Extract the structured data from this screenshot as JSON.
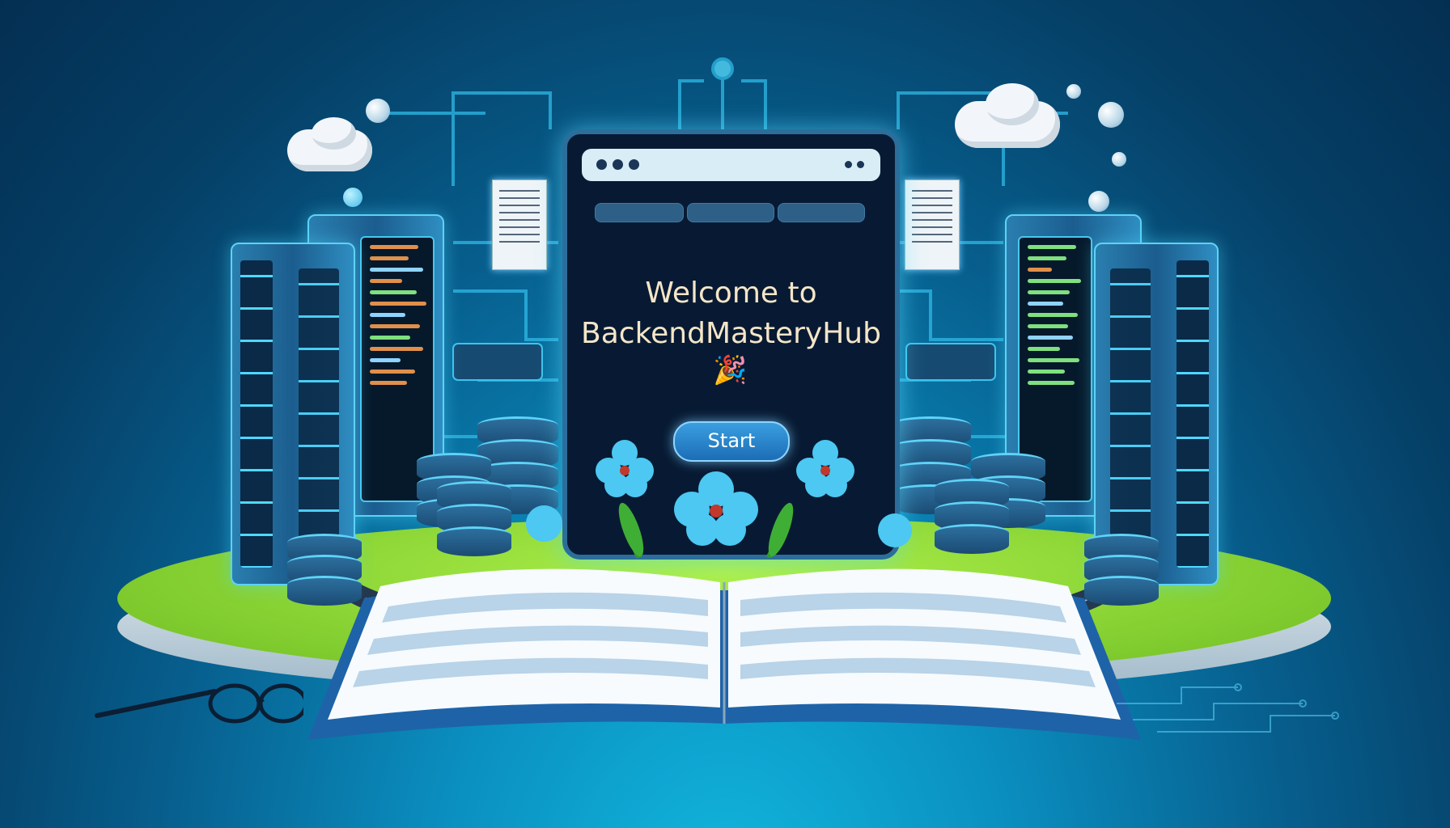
{
  "hero": {
    "welcome_line1": "Welcome to",
    "welcome_line2": "BackendMasteryHub",
    "confetti_emoji": "🎉",
    "start_label": "Start"
  },
  "colors": {
    "background_dark": "#042f52",
    "background_light": "#12b8df",
    "platform_green": "#8fd838",
    "screen": "#081a33",
    "welcome_text": "#f4e6c8",
    "button": "#2a86cc"
  },
  "icons": [
    "browser-window-icon",
    "server-tower-icon",
    "database-stack-icon",
    "cloud-icon",
    "flower-icon",
    "open-book-icon",
    "eyeglasses-icon",
    "pen-icon",
    "document-icon"
  ]
}
